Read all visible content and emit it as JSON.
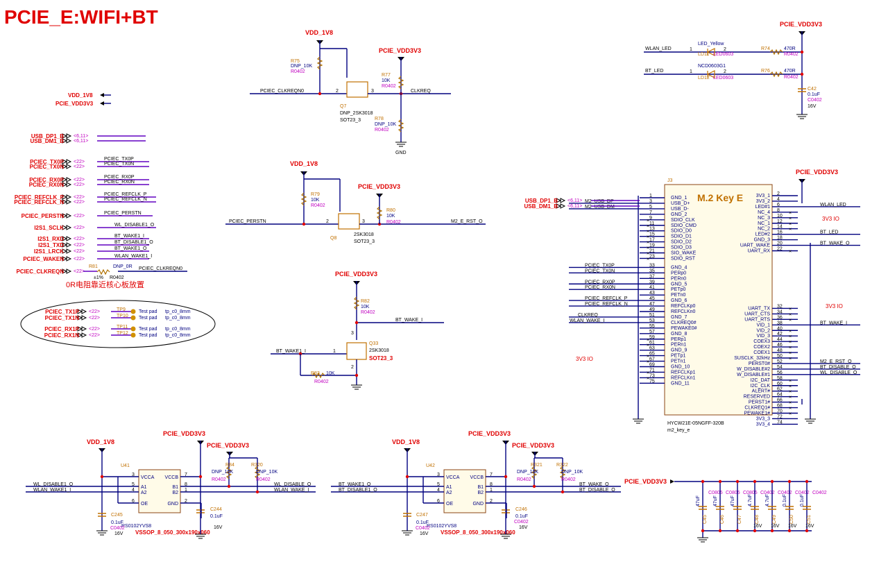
{
  "title": "PCIE_E:WIFI+BT",
  "power": {
    "vdd_1v8": "VDD_1V8",
    "pcie_vdd3v3": "PCIE_VDD3V3",
    "gnd": "GND"
  },
  "left_ports": {
    "vdd_1v8": "VDD_1V8",
    "pcie_vdd3v3": "PCIE_VDD3V3",
    "ports": [
      {
        "name": "USB_DP1_B",
        "sheet": "<6,11>",
        "net": ""
      },
      {
        "name": "USB_DM1_B",
        "sheet": "<6,11>",
        "net": ""
      },
      {
        "name": "PCIEC_TX0P",
        "sheet": "<22>",
        "net": "PCIEC_TX0P"
      },
      {
        "name": "PCIEC_TX0N",
        "sheet": "<22>",
        "net": "PCIEC_TX0N"
      },
      {
        "name": "PCIEC_RX0P",
        "sheet": "<22>",
        "net": "PCIEC_RX0P"
      },
      {
        "name": "PCIEC_RX0N",
        "sheet": "<22>",
        "net": "PCIEC_RX0N"
      },
      {
        "name": "PCIEC_REFCLK_P",
        "sheet": "<22>",
        "net": "PCIEC_REFCLK_P"
      },
      {
        "name": "PCIEC_REFCLK_N",
        "sheet": "<22>",
        "net": "PCIEC_REFCLK_N"
      },
      {
        "name": "PCIEC_PERSTN",
        "sheet": "<22>",
        "net": "PCIEC_PERSTN"
      },
      {
        "name": "I2S1_SCLK",
        "sheet": "<22>",
        "net": "WL_DISABLE1_O"
      },
      {
        "name": "I2S1_RXD",
        "sheet": "<22>",
        "net": "BT_WAKE1_I"
      },
      {
        "name": "I2S1_TXD",
        "sheet": "<22>",
        "net": "BT_DISABLE1_O"
      },
      {
        "name": "I2S1_LRCK",
        "sheet": "<22>",
        "net": "BT_WAKE1_O"
      },
      {
        "name": "PCIEC_WAKEN",
        "sheet": "<22>",
        "net": "WLAN_WAKE1_I"
      },
      {
        "name": "PCIEC_CLKREQN",
        "sheet": "<22>",
        "net": "PCIEC_CLKREQN0"
      }
    ],
    "r81": {
      "ref": "R81",
      "val": "DNP_0R",
      "tol": "±1%",
      "fp": "R0402"
    },
    "note_cn": "0R电阻靠近核心板放置",
    "testpads": [
      {
        "name": "PCIEC_TX1P",
        "sheet": "<22>",
        "tp": "TP9",
        "label": "Test pad",
        "fp": "tp_c0_8mm"
      },
      {
        "name": "PCIEC_TX1N",
        "sheet": "<22>",
        "tp": "TP10",
        "label": "Test pad",
        "fp": "tp_c0_8mm"
      },
      {
        "name": "PCIEC_RX1P",
        "sheet": "<22>",
        "tp": "TP11",
        "label": "Test pad",
        "fp": "tp_c0_8mm"
      },
      {
        "name": "PCIEC_RX1N",
        "sheet": "<22>",
        "tp": "TP12",
        "label": "Test pad",
        "fp": "tp_c0_8mm"
      }
    ]
  },
  "q7": {
    "ref": "Q7",
    "part": "DNP_2SK3018",
    "pkg": "SOT23_3",
    "in_net": "PCIEC_CLKREQN0",
    "out_net": "CLKREQ",
    "r75": {
      "ref": "R75",
      "val": "DNP_10K",
      "fp": "R0402"
    },
    "r77": {
      "ref": "R77",
      "val": "10K",
      "fp": "R0402"
    },
    "r78": {
      "ref": "R78",
      "val": "DNP_10K",
      "fp": "R0402"
    },
    "pins": [
      "2",
      "3"
    ]
  },
  "q8": {
    "ref": "Q8",
    "part": "2SK3018",
    "pkg": "SOT23_3",
    "in_net": "PCIEC_PERSTN",
    "out_net": "M2_E_RST_O",
    "r79": {
      "ref": "R79",
      "val": "10K",
      "fp": "R0402"
    },
    "r80": {
      "ref": "R80",
      "val": "10K",
      "fp": "R0402"
    },
    "pins": [
      "2",
      "3"
    ]
  },
  "q33": {
    "ref": "Q33",
    "part": "2SK3018",
    "pkg": "SOT23_3",
    "in_net": "BT_WAKE1_I",
    "out_net": "BT_WAKE_I",
    "r82": {
      "ref": "R82",
      "val": "10K",
      "fp": "R0402"
    },
    "r83": {
      "ref": "R83",
      "val": "10K",
      "fp": "R0402"
    },
    "pins": [
      "1",
      "3",
      "2"
    ]
  },
  "leds": {
    "wlan_led": "WLAN_LED",
    "bt_led": "BT_LED",
    "ld11": {
      "ref": "LD11",
      "val": "LED_Yellow",
      "fp": "LED0603"
    },
    "ld12": {
      "ref": "LD12",
      "val": "NCD0603G1",
      "fp": "LED0603"
    },
    "r74": {
      "ref": "R74",
      "val": "470R",
      "fp": "R0402"
    },
    "r76": {
      "ref": "R76",
      "val": "470R",
      "fp": "R0402"
    },
    "c42": {
      "ref": "C42",
      "val": "0.1uF",
      "fp": "C0402",
      "volt": "16V"
    }
  },
  "m2": {
    "ref": "J3",
    "title": "M.2 Key E",
    "part": "HYCW21E-05NGFF-320B",
    "footprint": "m2_key_e",
    "left_pins": [
      {
        "num": "1",
        "name": "GND_1",
        "net": ""
      },
      {
        "num": "3",
        "name": "USB_D+",
        "net": "M2_USB_DP"
      },
      {
        "num": "5",
        "name": "USB_D-",
        "net": "M2_USB_DM"
      },
      {
        "num": "7",
        "name": "GND_2",
        "net": ""
      },
      {
        "num": "9",
        "name": "SDIO_CLK",
        "net": ""
      },
      {
        "num": "11",
        "name": "SDIO_CMD",
        "net": ""
      },
      {
        "num": "13",
        "name": "SDIO_D0",
        "net": ""
      },
      {
        "num": "15",
        "name": "SDIO_D1",
        "net": ""
      },
      {
        "num": "17",
        "name": "SDIO_D2",
        "net": ""
      },
      {
        "num": "19",
        "name": "SDIO_D3",
        "net": ""
      },
      {
        "num": "21",
        "name": "SIO_WAKE",
        "net": ""
      },
      {
        "num": "23",
        "name": "SDIO_RST",
        "net": ""
      },
      {
        "num": "33",
        "name": "GND_4",
        "net": "PCIEC_TX0P"
      },
      {
        "num": "35",
        "name": "PERp0",
        "net": "PCIEC_TX0N"
      },
      {
        "num": "37",
        "name": "PERn0",
        "net": ""
      },
      {
        "num": "39",
        "name": "GND_5",
        "net": "PCIEC_RX0P"
      },
      {
        "num": "41",
        "name": "PETp0",
        "net": "PCIEC_RX0N"
      },
      {
        "num": "43",
        "name": "PETn0",
        "net": ""
      },
      {
        "num": "45",
        "name": "GND_6",
        "net": "PCIEC_REFCLK_P"
      },
      {
        "num": "47",
        "name": "REFCLKp0",
        "net": "PCIEC_REFCLK_N"
      },
      {
        "num": "49",
        "name": "REFCLKn0",
        "net": ""
      },
      {
        "num": "51",
        "name": "GND_7",
        "net": "CLKREQ"
      },
      {
        "num": "53",
        "name": "CLKREQ0#",
        "net": "WLAN_WAKE_I"
      },
      {
        "num": "55",
        "name": "PEWAKE0#",
        "net": ""
      },
      {
        "num": "57",
        "name": "GND_8",
        "net": ""
      },
      {
        "num": "59",
        "name": "PERp1",
        "net": ""
      },
      {
        "num": "61",
        "name": "PERn1",
        "net": ""
      },
      {
        "num": "63",
        "name": "GND_9",
        "net": ""
      },
      {
        "num": "65",
        "name": "PETp1",
        "net": ""
      },
      {
        "num": "67",
        "name": "PETn1",
        "net": ""
      },
      {
        "num": "69",
        "name": "GND_10",
        "net": ""
      },
      {
        "num": "71",
        "name": "REFCLKp1",
        "net": ""
      },
      {
        "num": "73",
        "name": "REFCLKn1",
        "net": ""
      },
      {
        "num": "75",
        "name": "GND_11",
        "net": ""
      }
    ],
    "right_pins": [
      {
        "num": "2",
        "name": "3V3_1",
        "net": ""
      },
      {
        "num": "4",
        "name": "3V3_2",
        "net": ""
      },
      {
        "num": "6",
        "name": "LED#1",
        "net": "WLAN_LED"
      },
      {
        "num": "8",
        "name": "NC_4",
        "net": ""
      },
      {
        "num": "10",
        "name": "NC_3",
        "net": ""
      },
      {
        "num": "12",
        "name": "NC_1",
        "net": ""
      },
      {
        "num": "14",
        "name": "NC_2",
        "net": ""
      },
      {
        "num": "16",
        "name": "LED#2",
        "net": "BT_LED"
      },
      {
        "num": "18",
        "name": "GND_3",
        "net": ""
      },
      {
        "num": "20",
        "name": "UART_WAKE",
        "net": "BT_WAKE_O"
      },
      {
        "num": "22",
        "name": "UART_RX",
        "net": ""
      },
      {
        "num": "32",
        "name": "UART_TX",
        "net": ""
      },
      {
        "num": "34",
        "name": "UART_CTS",
        "net": ""
      },
      {
        "num": "36",
        "name": "UART_RTS",
        "net": ""
      },
      {
        "num": "38",
        "name": "VID_1",
        "net": "BT_WAKE_I"
      },
      {
        "num": "40",
        "name": "VID_2",
        "net": ""
      },
      {
        "num": "42",
        "name": "VID_3",
        "net": ""
      },
      {
        "num": "44",
        "name": "COEX3",
        "net": ""
      },
      {
        "num": "46",
        "name": "COEX2",
        "net": ""
      },
      {
        "num": "48",
        "name": "COEX1",
        "net": ""
      },
      {
        "num": "50",
        "name": "SUSCLK_32kHz",
        "net": ""
      },
      {
        "num": "52",
        "name": "PERST0#",
        "net": "M2_E_RST_O"
      },
      {
        "num": "54",
        "name": "W_DISABLE#2",
        "net": "BT_DISABLE_O"
      },
      {
        "num": "56",
        "name": "W_DISABLE#1",
        "net": "WL_DISABLE_O"
      },
      {
        "num": "58",
        "name": "I2C_DAT",
        "net": ""
      },
      {
        "num": "60",
        "name": "I2C_CLK",
        "net": ""
      },
      {
        "num": "62",
        "name": "ALERT#",
        "net": ""
      },
      {
        "num": "64",
        "name": "RESERVED",
        "net": ""
      },
      {
        "num": "66",
        "name": "PERST1#",
        "net": ""
      },
      {
        "num": "68",
        "name": "CLKREQ1#",
        "net": ""
      },
      {
        "num": "70",
        "name": "PEWAKE1#",
        "net": ""
      },
      {
        "num": "72",
        "name": "3V3_3",
        "net": ""
      },
      {
        "num": "74",
        "name": "3V3_4",
        "net": ""
      }
    ],
    "io_notes": [
      "3V3 IO",
      "3V3 IO",
      "3V3 IO"
    ]
  },
  "u41": {
    "ref": "U41",
    "part": "RS0102YVS8",
    "pkg": "VSSOP_8_050_300x190x060",
    "pins_left": [
      {
        "num": "3",
        "name": "VCCA"
      },
      {
        "num": "5",
        "name": "A1"
      },
      {
        "num": "4",
        "name": "A2"
      },
      {
        "num": "6",
        "name": "OE"
      }
    ],
    "pins_right": [
      {
        "num": "7",
        "name": "VCCB"
      },
      {
        "num": "8",
        "name": "B1"
      },
      {
        "num": "1",
        "name": "B2"
      },
      {
        "num": "2",
        "name": "GND"
      }
    ],
    "nets_left": [
      "WL_DISABLE1_O",
      "WLAN_WAKE1_I"
    ],
    "nets_right": [
      "WL_DISABLE_O",
      "WLAN_WAKE_I"
    ],
    "c245": {
      "ref": "C245",
      "val": "0.1uF",
      "fp": "C0402",
      "volt": "16V"
    },
    "c244": {
      "ref": "C244",
      "val": "0.1uF",
      "volt": "16V"
    },
    "r84": {
      "ref": "R84",
      "val": "DNP_10K",
      "fp": "R0402"
    },
    "r320": {
      "ref": "R320",
      "val": "DNP_10K",
      "fp": "R0402"
    }
  },
  "u42": {
    "ref": "U42",
    "part": "RS0102YVS8",
    "pkg": "VSSOP_8_050_300x190x060",
    "pins_left": [
      {
        "num": "3",
        "name": "VCCA"
      },
      {
        "num": "5",
        "name": "A1"
      },
      {
        "num": "4",
        "name": "A2"
      },
      {
        "num": "6",
        "name": "OE"
      }
    ],
    "pins_right": [
      {
        "num": "7",
        "name": "VCCB"
      },
      {
        "num": "8",
        "name": "B1"
      },
      {
        "num": "1",
        "name": "B2"
      },
      {
        "num": "2",
        "name": "GND"
      }
    ],
    "nets_left": [
      "BT_WAKE1_O",
      "BT_DISABLE1_O"
    ],
    "nets_right": [
      "BT_WAKE_O",
      "BT_DISABLE_O"
    ],
    "c247": {
      "ref": "C247",
      "val": "0.1uF",
      "fp": "C0402",
      "volt": "16V"
    },
    "c246": {
      "ref": "C246",
      "val": "0.1uF",
      "fp": "C0402",
      "volt": "16V"
    },
    "r321": {
      "ref": "R321",
      "val": "DNP_10K",
      "fp": "R0402"
    },
    "r322": {
      "ref": "R322",
      "val": "DNP_10K",
      "fp": "R0402"
    }
  },
  "caps_bank": {
    "power": "PCIE_VDD3V3",
    "caps": [
      {
        "ref": "C45",
        "val": "47uF",
        "fp": "C0805",
        "volt": ""
      },
      {
        "ref": "C46",
        "val": "47uF",
        "fp": "C0805",
        "volt": ""
      },
      {
        "ref": "C47",
        "val": "47uF",
        "fp": "C0805",
        "volt": ""
      },
      {
        "ref": "C48",
        "val": "4.7uF",
        "fp": "C0402",
        "volt": "16V"
      },
      {
        "ref": "C49",
        "val": "4.7uF",
        "fp": "C0402",
        "volt": "16V"
      },
      {
        "ref": "C50",
        "val": "0.1uF",
        "fp": "C0402",
        "volt": "16V"
      },
      {
        "ref": "C51",
        "val": "0.1uF",
        "fp": "C0402",
        "volt": "16V"
      }
    ]
  }
}
